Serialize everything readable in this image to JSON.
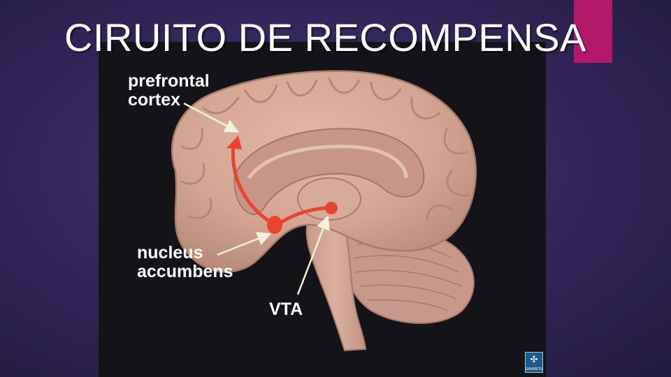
{
  "slide": {
    "title": "CIRUITO DE RECOMPENSA",
    "accent_color": "#b5186a",
    "background_color": "#35285e"
  },
  "figure": {
    "labels": {
      "prefrontal_cortex": [
        "prefrontal",
        "cortex"
      ],
      "nucleus_accumbens": [
        "nucleus",
        "accumbens"
      ],
      "vta": "VTA"
    },
    "pathway_color": "#e8452f",
    "brain_color": "#d4a593",
    "publisher_logo": {
      "icon": "fish-logo-icon",
      "text": "SAVANTIS"
    }
  }
}
